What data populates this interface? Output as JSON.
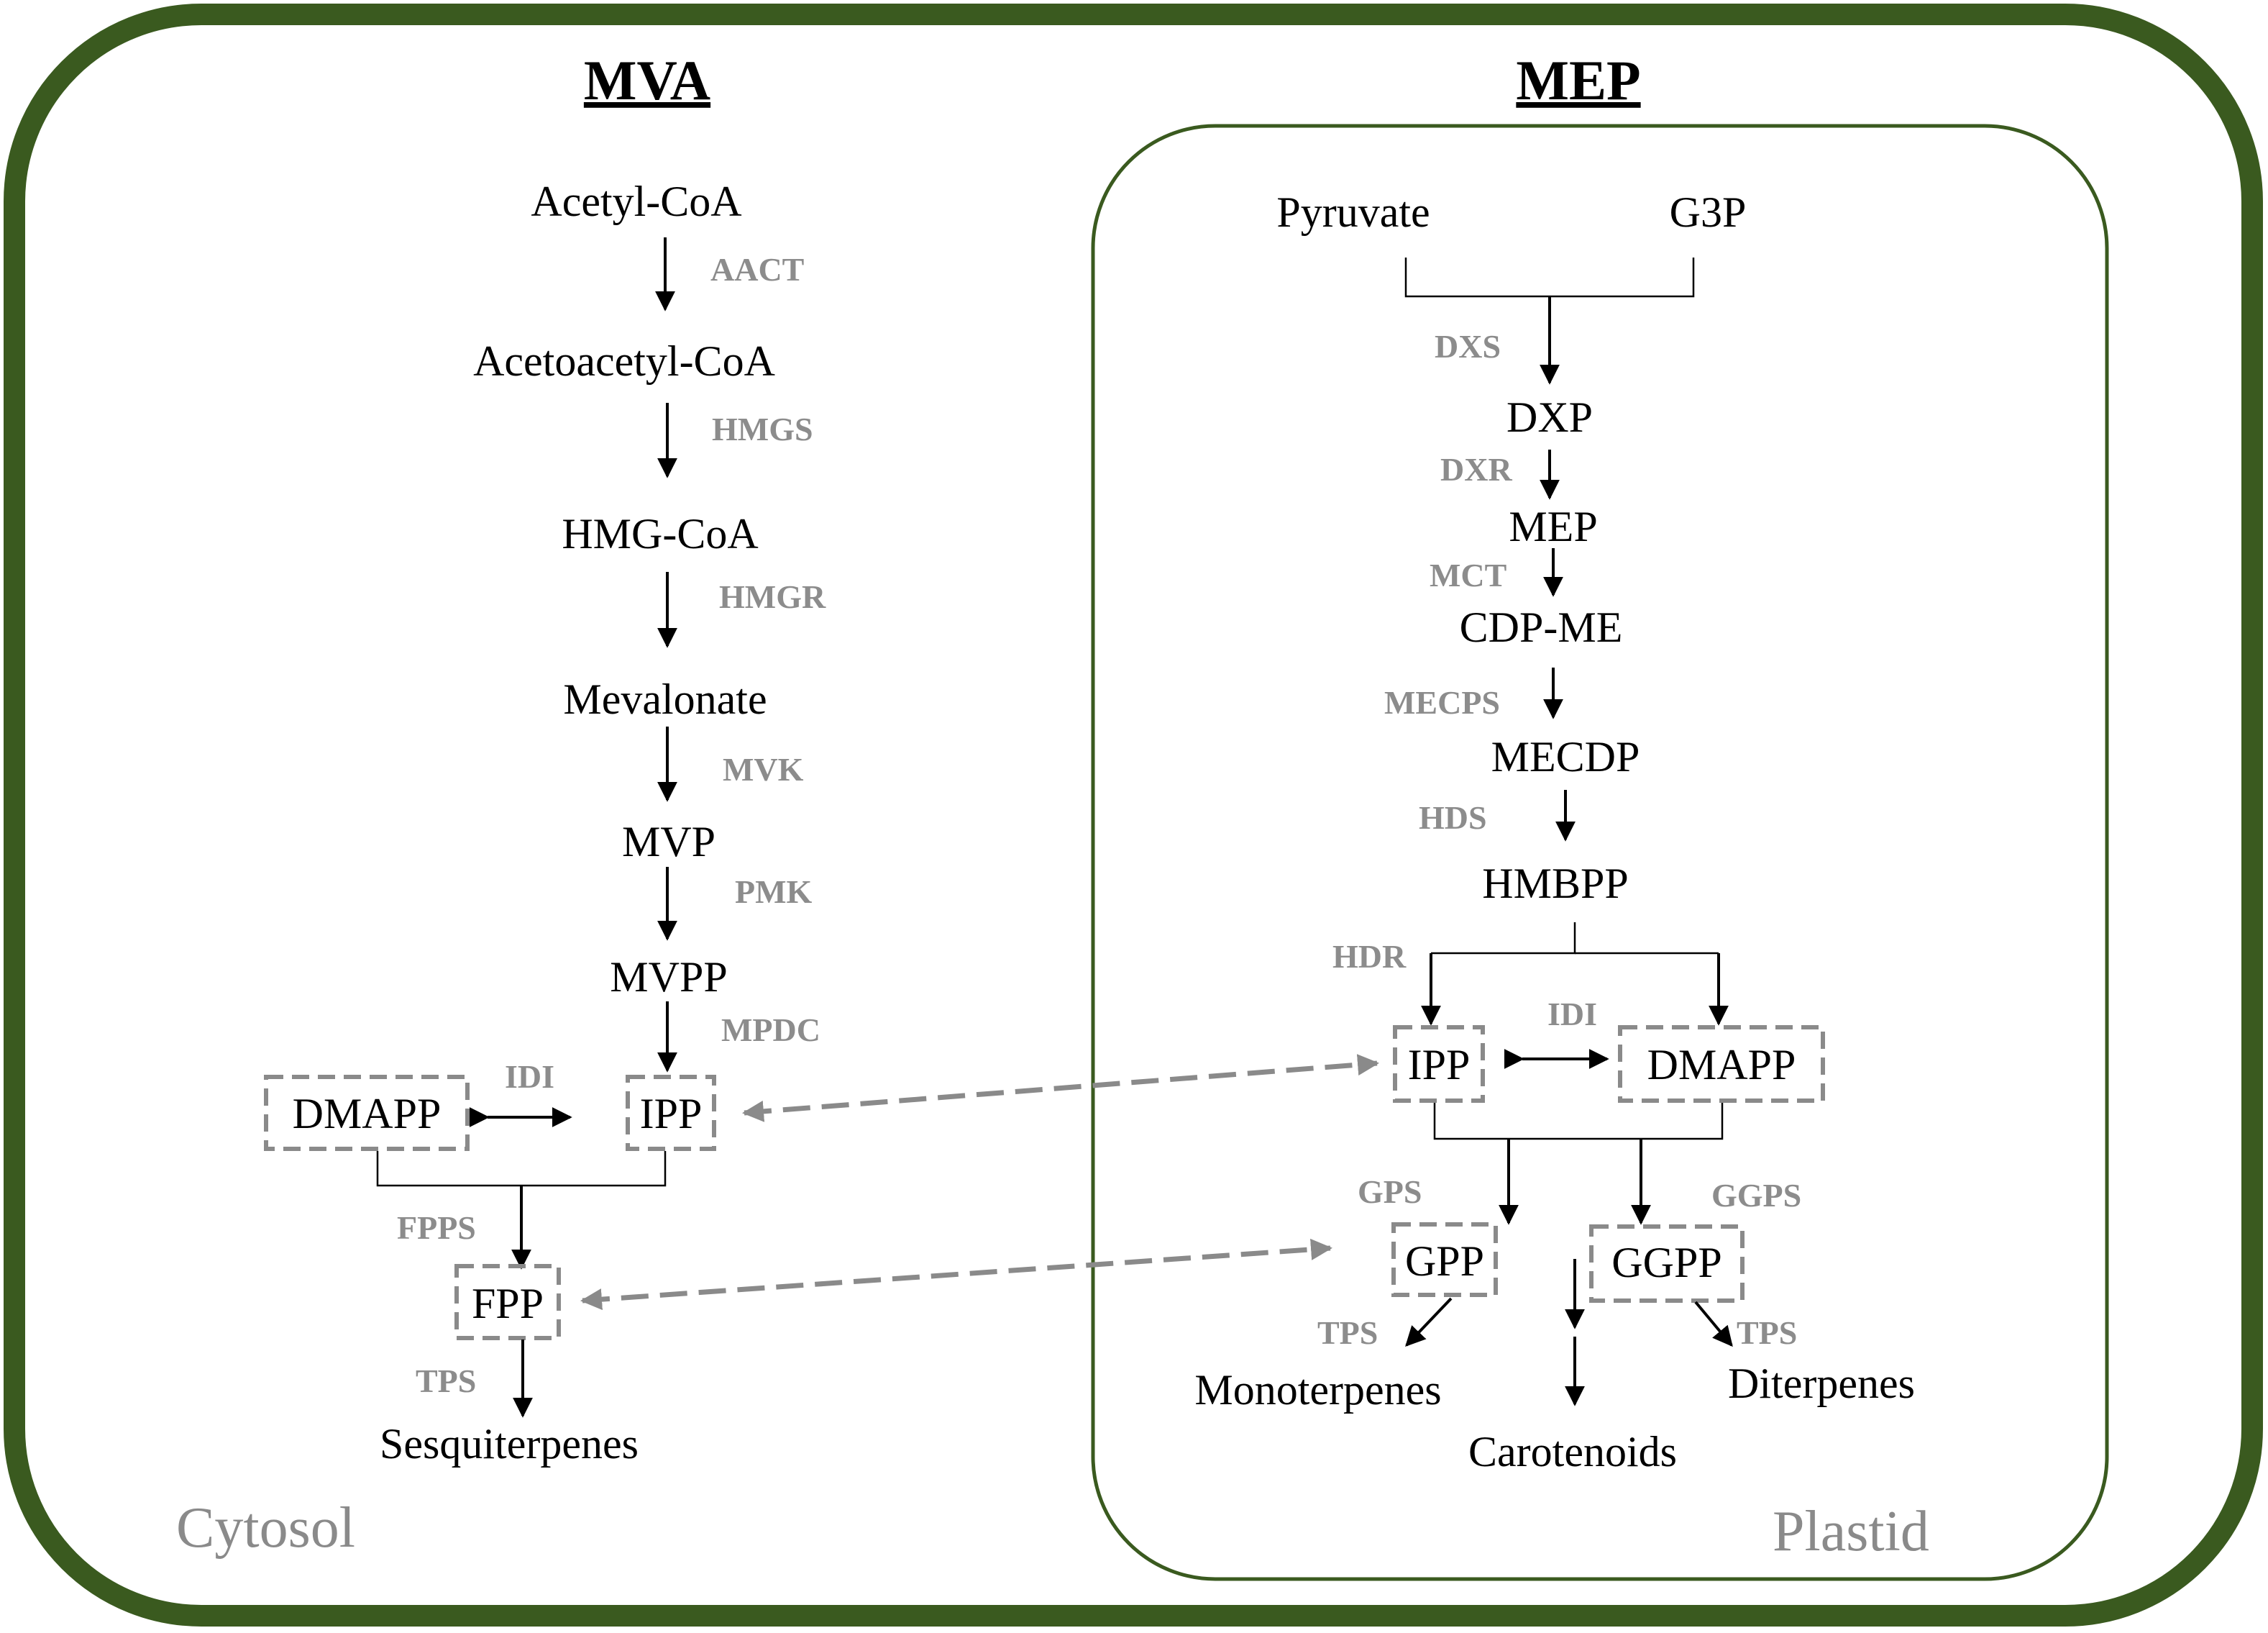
{
  "colors": {
    "cell_wall": "#3a5a1f",
    "plastid_border": "#3a5a1f",
    "enzyme_label": "#8c8c8c",
    "compartment_label": "#8a8a8a",
    "transport_arrow": "#8a8a8a"
  },
  "titles": {
    "mva": "MVA",
    "mep": "MEP"
  },
  "compartments": {
    "cytosol": "Cytosol",
    "plastid": "Plastid"
  },
  "mva": {
    "metabolites": {
      "acetyl_coa": "Acetyl-CoA",
      "acetoacetyl_coa": "Acetoacetyl-CoA",
      "hmg_coa": "HMG-CoA",
      "mevalonate": "Mevalonate",
      "mvp": "MVP",
      "mvpp": "MVPP",
      "dmapp": "DMAPP",
      "ipp": "IPP",
      "fpp": "FPP",
      "sesquiterpenes": "Sesquiterpenes"
    },
    "enzymes": {
      "aact": "AACT",
      "hmgs": "HMGS",
      "hmgr": "HMGR",
      "mvk": "MVK",
      "pmk": "PMK",
      "mpdc": "MPDC",
      "idi": "IDI",
      "fpps": "FPPS",
      "tps": "TPS"
    }
  },
  "mep": {
    "metabolites": {
      "pyruvate": "Pyruvate",
      "g3p": "G3P",
      "dxp": "DXP",
      "mep": "MEP",
      "cdp_me": "CDP-ME",
      "mecdp": "MECDP",
      "hmbpp": "HMBPP",
      "ipp": "IPP",
      "dmapp": "DMAPP",
      "gpp": "GPP",
      "ggpp": "GGPP",
      "monoterpenes": "Monoterpenes",
      "carotenoids": "Carotenoids",
      "diterpenes": "Diterpenes"
    },
    "enzymes": {
      "dxs": "DXS",
      "dxr": "DXR",
      "mct": "MCT",
      "mecps": "MECPS",
      "hds": "HDS",
      "hdr": "HDR",
      "idi": "IDI",
      "gps": "GPS",
      "ggps": "GGPS",
      "tps_mono": "TPS",
      "tps_di": "TPS"
    }
  }
}
